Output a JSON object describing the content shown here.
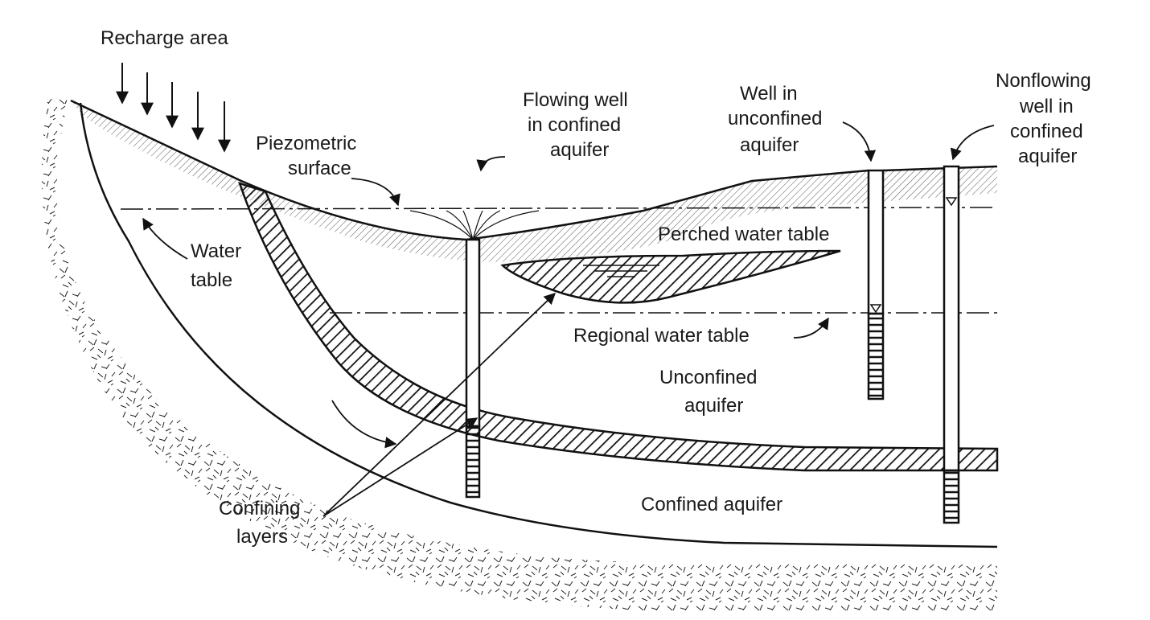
{
  "labels": {
    "recharge_area": "Recharge area",
    "piezometric_surface": [
      "Piezometric",
      "surface"
    ],
    "water_table": [
      "Water",
      "table"
    ],
    "flowing_well": [
      "Flowing well",
      "in confined",
      "aquifer"
    ],
    "well_unconfined": [
      "Well in",
      "unconfined",
      "aquifer"
    ],
    "nonflowing_well": [
      "Nonflowing",
      "well in",
      "confined",
      "aquifer"
    ],
    "perched_water_table": "Perched water table",
    "regional_water_table": "Regional water table",
    "unconfined_aquifer": [
      "Unconfined",
      "aquifer"
    ],
    "confined_aquifer": "Confined aquifer",
    "confining_layers": [
      "Confining",
      "layers"
    ]
  },
  "colors": {
    "ink": "#1a1a1a",
    "background": "#ffffff"
  }
}
